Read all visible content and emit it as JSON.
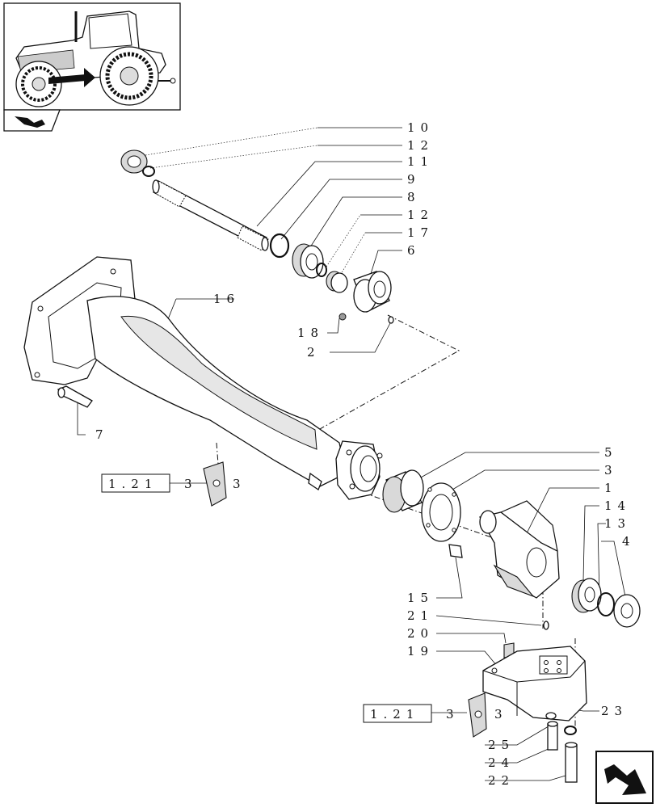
{
  "diagram": {
    "callouts": [
      {
        "id": "c10",
        "text": "10"
      },
      {
        "id": "c12a",
        "text": "12"
      },
      {
        "id": "c11",
        "text": "11"
      },
      {
        "id": "c9",
        "text": "9"
      },
      {
        "id": "c8",
        "text": "8"
      },
      {
        "id": "c12b",
        "text": "12"
      },
      {
        "id": "c17",
        "text": "17"
      },
      {
        "id": "c6",
        "text": "6"
      },
      {
        "id": "c16",
        "text": "16"
      },
      {
        "id": "c18",
        "text": "18"
      },
      {
        "id": "c2",
        "text": "2"
      },
      {
        "id": "c7",
        "text": "7"
      },
      {
        "id": "c5",
        "text": "5"
      },
      {
        "id": "c3",
        "text": "3"
      },
      {
        "id": "c1",
        "text": "1"
      },
      {
        "id": "c14",
        "text": "14"
      },
      {
        "id": "c13",
        "text": "13"
      },
      {
        "id": "c4",
        "text": "4"
      },
      {
        "id": "c15",
        "text": "15"
      },
      {
        "id": "c21",
        "text": "21"
      },
      {
        "id": "c20",
        "text": "20"
      },
      {
        "id": "c19",
        "text": "19"
      },
      {
        "id": "c23",
        "text": "23"
      },
      {
        "id": "c25",
        "text": "25"
      },
      {
        "id": "c24",
        "text": "24"
      },
      {
        "id": "c22",
        "text": "22"
      }
    ],
    "references": [
      {
        "box": "1.21",
        "suffix": "3",
        "sub": "3"
      },
      {
        "box": "1.21",
        "suffix": "3",
        "sub": "3"
      }
    ]
  },
  "icons": {
    "thumbnail": "tractor-thumbnail-icon",
    "section": "section-arrow-icon",
    "next": "next-page-arrow-icon"
  }
}
